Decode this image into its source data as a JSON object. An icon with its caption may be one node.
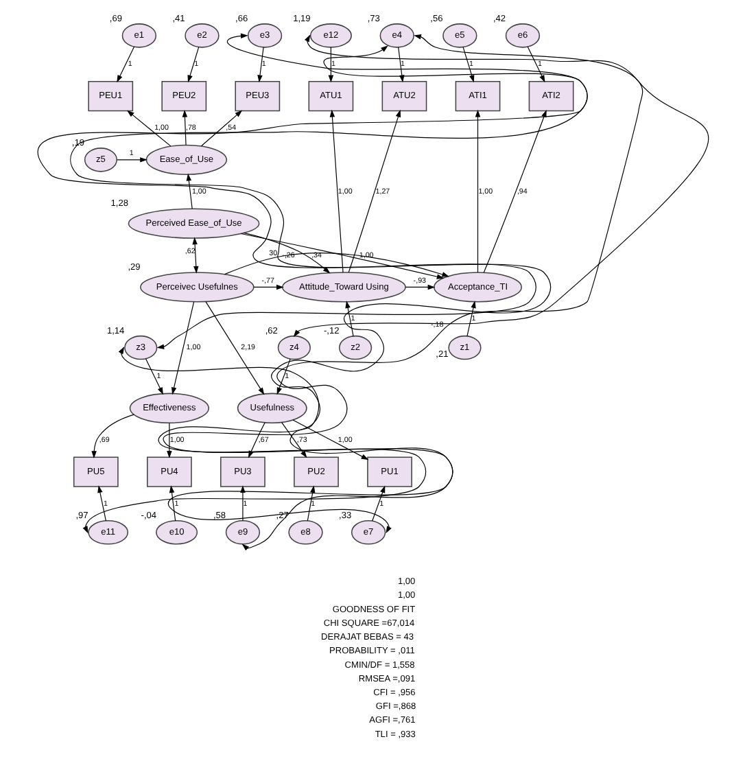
{
  "diagram": {
    "nodes": [
      {
        "text": [
          "e1"
        ],
        "beside": [
          ",69"
        ]
      },
      {
        "text": [
          "e2"
        ],
        "beside": [
          ",41"
        ]
      },
      {
        "text": [
          "e3"
        ],
        "beside": [
          ",66"
        ]
      },
      {
        "text": [
          "PEU1"
        ]
      },
      {
        "text": [
          "PEU2"
        ]
      },
      {
        "text": [
          "PEU3"
        ]
      },
      {
        "text": [
          "z5"
        ],
        "beside": [
          ",19"
        ]
      },
      {
        "text": [
          "Ease_of_Use"
        ]
      },
      {
        "text": [
          "Perceived Ease_of_Use"
        ],
        "beside": [
          "1,28"
        ]
      },
      {
        "text": [
          "e12"
        ],
        "beside": [
          "1,19"
        ]
      },
      {
        "text": [
          "e4"
        ],
        "beside": [
          ",73"
        ]
      },
      {
        "text": [
          "ATU1"
        ]
      },
      {
        "text": [
          "ATU2"
        ]
      },
      {
        "text": [
          "e5"
        ],
        "beside": [
          ",56"
        ]
      },
      {
        "text": [
          "e6"
        ],
        "beside": [
          ",42"
        ]
      },
      {
        "text": [
          "ATI1"
        ]
      },
      {
        "text": [
          "ATI2"
        ]
      },
      {
        "text": [
          "Perceivec Usefulnes"
        ],
        "beside": [
          ",29"
        ]
      },
      {
        "text": [
          "Attitude_Toward Using"
        ]
      },
      {
        "text": [
          "Acceptance_TI"
        ]
      },
      {
        "text": [
          "z3"
        ],
        "beside": [
          "1,14"
        ]
      },
      {
        "text": [
          "z4"
        ],
        "beside": [
          ",62"
        ]
      },
      {
        "text": [
          "z2"
        ],
        "beside": [
          "-,12"
        ]
      },
      {
        "text": [
          "z1"
        ],
        "beside": [
          ",21"
        ]
      },
      {
        "text": [
          "Effectiveness"
        ]
      },
      {
        "text": [
          "Usefulness"
        ]
      },
      {
        "text": [
          "PU5"
        ]
      },
      {
        "text": [
          "PU4"
        ]
      },
      {
        "text": [
          "PU3"
        ]
      },
      {
        "text": [
          "PU2"
        ]
      },
      {
        "text": [
          "PU1"
        ]
      },
      {
        "text": [
          "e11"
        ],
        "beside": [
          ",97"
        ]
      },
      {
        "text": [
          "e10"
        ],
        "beside": [
          "-,04"
        ]
      },
      {
        "text": [
          "e9"
        ],
        "beside": [
          ",58"
        ]
      },
      {
        "text": [
          "e8"
        ],
        "beside": [
          ",27"
        ]
      },
      {
        "text": [
          "e7"
        ],
        "beside": [
          ",33"
        ]
      }
    ],
    "edges": [
      {
        "from": 0,
        "to": 3,
        "arrow": "to",
        "label": "1"
      },
      {
        "from": 1,
        "to": 4,
        "arrow": "to",
        "label": "1"
      },
      {
        "from": 2,
        "to": 5,
        "arrow": "to",
        "label": "1"
      },
      {
        "from": 7,
        "to": 3,
        "arrow": "to",
        "label": "1,00"
      },
      {
        "from": 7,
        "to": 4,
        "arrow": "to",
        "label": ",78"
      },
      {
        "from": 7,
        "to": 5,
        "arrow": "to",
        "label": ",54"
      },
      {
        "from": 6,
        "to": 7,
        "arrow": "to",
        "label": "1"
      },
      {
        "from": 8,
        "to": 7,
        "arrow": "to",
        "label": "1,00"
      },
      {
        "from": 9,
        "to": 11,
        "arrow": "to",
        "label": "1"
      },
      {
        "from": 10,
        "to": 12,
        "arrow": "to",
        "label": "1"
      },
      {
        "from": 13,
        "to": 15,
        "arrow": "to",
        "label": "1"
      },
      {
        "from": 14,
        "to": 16,
        "arrow": "to",
        "label": "1"
      },
      {
        "from": 18,
        "to": 11,
        "arrow": "to",
        "label": "1,00"
      },
      {
        "from": 18,
        "to": 12,
        "arrow": "to",
        "label": "1,27"
      },
      {
        "from": 19,
        "to": 15,
        "arrow": "to",
        "label": "1,00"
      },
      {
        "from": 19,
        "to": 16,
        "arrow": "to",
        "label": ",94"
      },
      {
        "from": 8,
        "to": 17,
        "arrow": "both",
        "label": ",62"
      },
      {
        "from": 8,
        "to": 18,
        "arrow": "to",
        "label": ",34"
      },
      {
        "from": 8,
        "to": 19,
        "arrow": "to",
        "label": "1,00"
      },
      {
        "from": 17,
        "to": 18,
        "arrow": "to",
        "label": "-,77"
      },
      {
        "from": 17,
        "to": 19,
        "arrow": "to",
        "label": "-,26"
      },
      {
        "from": 18,
        "to": 19,
        "arrow": "to",
        "label": "-,93"
      },
      {
        "from": 22,
        "to": 18,
        "arrow": "to",
        "label": "1"
      },
      {
        "from": 23,
        "to": 19,
        "arrow": "to",
        "label": "1"
      },
      {
        "from": 17,
        "to": 24,
        "arrow": "to",
        "label": "1,00"
      },
      {
        "from": 17,
        "to": 25,
        "arrow": "to",
        "label": "2,19"
      },
      {
        "from": 20,
        "to": 24,
        "arrow": "to",
        "label": "1"
      },
      {
        "from": 21,
        "to": 25,
        "arrow": "to",
        "label": "1"
      },
      {
        "from": 24,
        "to": 26,
        "arrow": "to",
        "label": ",69"
      },
      {
        "from": 24,
        "to": 27,
        "arrow": "to",
        "label": "1,00"
      },
      {
        "from": 25,
        "to": 28,
        "arrow": "to",
        "label": ",67"
      },
      {
        "from": 25,
        "to": 29,
        "arrow": "to",
        "label": ",73"
      },
      {
        "from": 25,
        "to": 30,
        "arrow": "to",
        "label": "1,00"
      },
      {
        "from": 31,
        "to": 26,
        "arrow": "to",
        "label": "1"
      },
      {
        "from": 32,
        "to": 27,
        "arrow": "to",
        "label": "1"
      },
      {
        "from": 33,
        "to": 28,
        "arrow": "to",
        "label": "1"
      },
      {
        "from": 34,
        "to": 29,
        "arrow": "to",
        "label": "1"
      },
      {
        "from": 35,
        "to": 30,
        "arrow": "to",
        "label": "1"
      },
      {
        "from": 31,
        "to": 2,
        "arrow": "both",
        "label": "30"
      },
      {
        "from": 33,
        "to": 20,
        "arrow": "both"
      },
      {
        "from": 20,
        "to": 10,
        "arrow": "both"
      },
      {
        "from": 21,
        "to": 9,
        "arrow": "both"
      },
      {
        "from": 10,
        "to": 35,
        "arrow": "both",
        "label": "-,18"
      }
    ],
    "labels": [
      "1,00",
      "1,00",
      "GOODNESS OF FIT",
      "CHI SQUARE =67,014",
      "DERAJAT BEBAS = 43",
      "PROBABILITY = ,011",
      "CMIN/DF = 1,558",
      "RMSEA =,091",
      "CFI = ,956",
      "GFI =,868",
      "AGFI =,761",
      "TLI = ,933"
    ]
  }
}
